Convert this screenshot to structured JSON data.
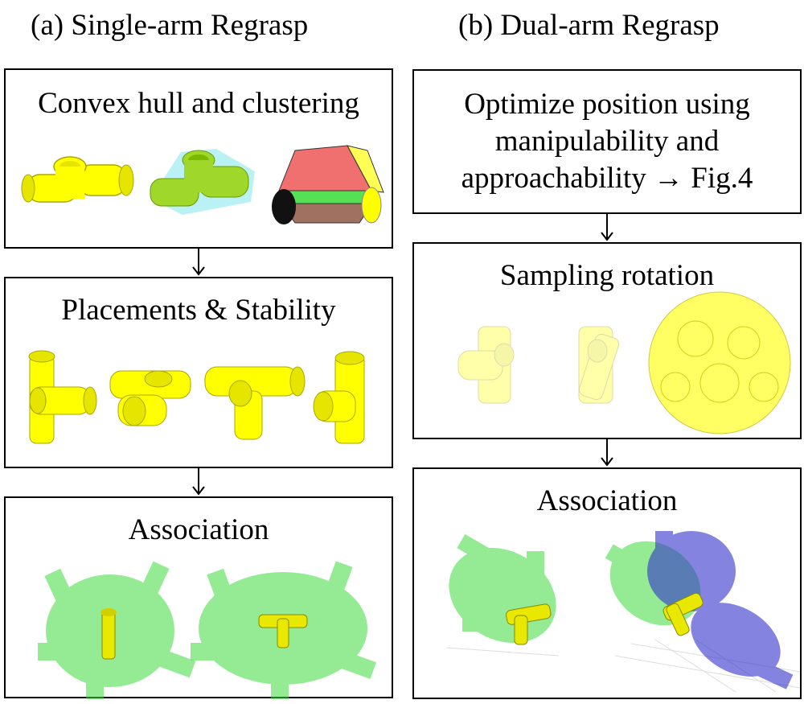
{
  "left": {
    "heading": "(a) Single-arm Regrasp",
    "box1": {
      "title": "Convex hull and clustering"
    },
    "box2": {
      "title": "Placements & Stability"
    },
    "box3": {
      "title": "Association"
    }
  },
  "right": {
    "heading": "(b) Dual-arm Regrasp",
    "box1": {
      "lines": [
        "Optimize position using",
        "manipulability and",
        "approachability → Fig.4"
      ]
    },
    "box2": {
      "title": "Sampling rotation"
    },
    "box3": {
      "title": "Association"
    }
  },
  "colors": {
    "part_yellow": "#ffff00",
    "hull_cyan": "#aeeef2",
    "cluster_red": "#f07070",
    "cluster_green": "#55e055",
    "cluster_brown": "#a07060",
    "grasp_green": "#3ddc3d",
    "grasp_blue": "#3333cc"
  }
}
